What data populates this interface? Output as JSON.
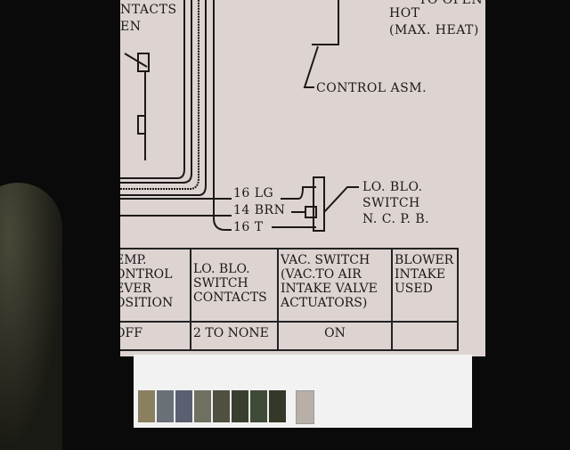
{
  "diagram": {
    "top_labels": {
      "contacts": "NTACTS",
      "open_frag": "EN",
      "to_open": "TO OPEN",
      "hot": "HOT",
      "max_heat": "(MAX. HEAT)",
      "control_asm": "CONTROL ASM."
    },
    "wires": [
      "16 LG",
      "14 BRN",
      "16 T"
    ],
    "switch_label": [
      "LO. BLO.",
      "SWITCH",
      "N. C. P. B."
    ]
  },
  "table": {
    "headers": [
      "EMP. ONTROL EVER OSITION",
      "LO. BLO. SWITCH CONTACTS",
      "VAC. SWITCH (VAC.TO AIR INTAKE VALVE ACTUATORS)",
      "BLOWER INTAKE USED"
    ],
    "rows": [
      [
        "OFF",
        "2 TO NONE",
        "ON",
        ""
      ]
    ]
  }
}
